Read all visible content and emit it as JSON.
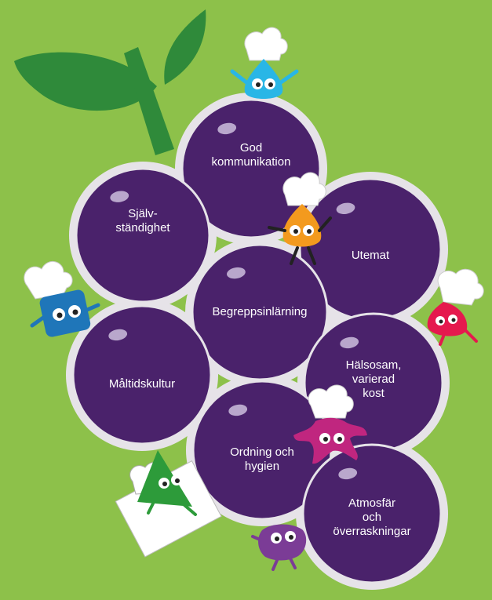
{
  "colors": {
    "background": "#8dc14a",
    "grape": "#4a226b",
    "grape_rim": "#e6e3e8",
    "highlight": "#b9a7cc",
    "leaf": "#2f8a3a"
  },
  "grapes": [
    {
      "id": "kommunikation",
      "label": "God\nkommunikation"
    },
    {
      "id": "sjalvstandighet",
      "label": "Själv-\nständighet"
    },
    {
      "id": "utemat",
      "label": "Utemat"
    },
    {
      "id": "begreppsinlarning",
      "label": "Begreppsinlärning"
    },
    {
      "id": "maltidskultur",
      "label": "Måltidskultur"
    },
    {
      "id": "halsosam",
      "label": "Hälsosam,\nvarierad\nkost"
    },
    {
      "id": "ordning",
      "label": "Ordning och\nhygien"
    },
    {
      "id": "atmosfar",
      "label": "Atmosfär\noch\növerraskningar"
    }
  ],
  "characters": [
    {
      "id": "blue-drop",
      "icon": "chef-drop-icon",
      "color": "#29b6e6"
    },
    {
      "id": "orange-drop",
      "icon": "chef-drop-icon",
      "color": "#f39a1e"
    },
    {
      "id": "blue-square",
      "icon": "chef-square-icon",
      "color": "#1f76b9"
    },
    {
      "id": "red-drop",
      "icon": "chef-drop-icon",
      "color": "#e5194e"
    },
    {
      "id": "magenta-star",
      "icon": "chef-star-icon",
      "color": "#c0267f"
    },
    {
      "id": "green-triangle",
      "icon": "chef-triangle-icon",
      "color": "#2d9b3a"
    },
    {
      "id": "purple-blob",
      "icon": "chef-blob-icon",
      "color": "#7b3c96"
    }
  ]
}
